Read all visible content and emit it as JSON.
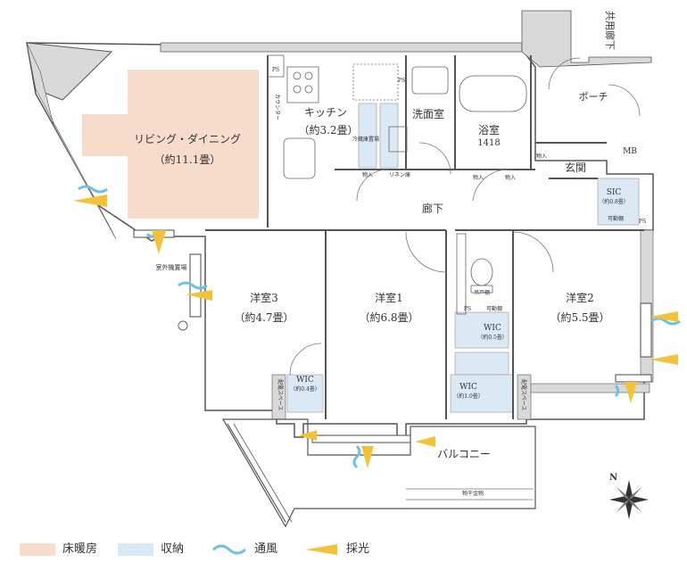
{
  "corridor_label": "共用廊下",
  "rooms": {
    "living": {
      "name": "リビング・ダイニング",
      "area": "（約11.1畳）"
    },
    "kitchen": {
      "name": "キッチン",
      "area": "（約3.2畳）"
    },
    "washroom": {
      "name": "洗面室"
    },
    "bath": {
      "name": "浴室",
      "size": "1418"
    },
    "hall": {
      "name": "廊下"
    },
    "entrance": {
      "name": "玄関"
    },
    "porch": {
      "name": "ポーチ"
    },
    "mb": {
      "name": "MB"
    },
    "sic": {
      "name": "SIC",
      "area": "（約0.8畳）"
    },
    "bed1": {
      "name": "洋室1",
      "area": "（約6.8畳）"
    },
    "bed2": {
      "name": "洋室2",
      "area": "（約5.5畳）"
    },
    "bed3": {
      "name": "洋室3",
      "area": "（約4.7畳）"
    },
    "wic_a": {
      "name": "WIC",
      "area": "（約0.5畳）"
    },
    "wic_b": {
      "name": "WIC",
      "area": "（約1.0畳）"
    },
    "wic_c": {
      "name": "WIC",
      "area": "（約0.4畳）"
    },
    "balcony": {
      "name": "バルコニー"
    },
    "outdoor_unit": {
      "name": "室外機置場"
    }
  },
  "fixtures": {
    "ps": "PS",
    "counter": "カウンター",
    "storage": "物入",
    "linen": "リネン庫",
    "movable_shelf": "可動棚",
    "toilet_shelf": "吊戸棚",
    "fridge": "冷蔵庫置場",
    "wiring_space": "配電スペース",
    "laundry_hardware": "物干金物"
  },
  "legend": [
    {
      "label": "床暖房",
      "color": "#f8dccb"
    },
    {
      "label": "収納",
      "color": "#dbe9f5"
    },
    {
      "label": "通風",
      "color": "#6cc3df"
    },
    {
      "label": "採光",
      "color": "#f4c23a"
    }
  ],
  "compass": {
    "north": "N"
  }
}
